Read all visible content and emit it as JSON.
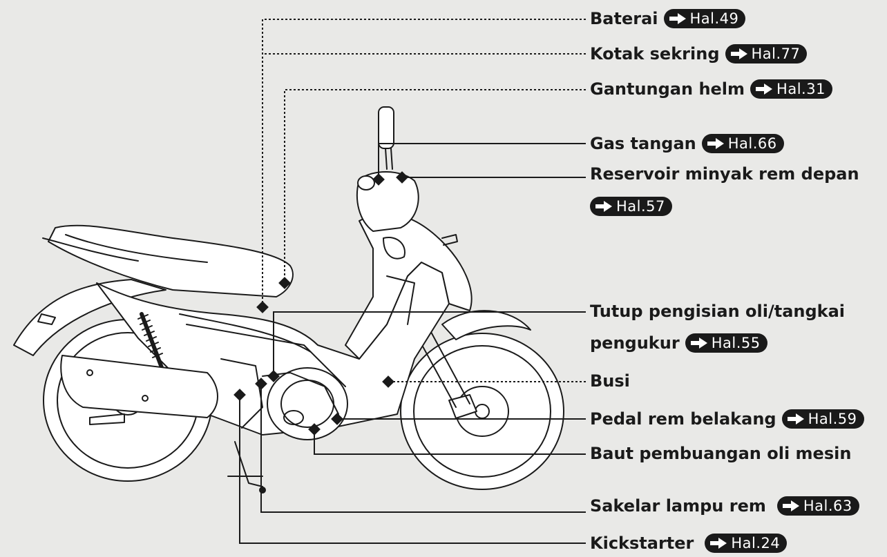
{
  "labels": [
    {
      "id": "baterai",
      "text": "Baterai",
      "page": "Hal.49"
    },
    {
      "id": "kotak-sekring",
      "text": "Kotak sekring",
      "page": "Hal.77"
    },
    {
      "id": "gantungan-helm",
      "text": "Gantungan helm",
      "page": "Hal.31"
    },
    {
      "id": "gas-tangan",
      "text": "Gas tangan",
      "page": "Hal.66"
    },
    {
      "id": "reservoir",
      "text": "Reservoir minyak rem depan",
      "page": "Hal.57"
    },
    {
      "id": "tutup-oli",
      "text": "Tutup pengisian oli/tangkai",
      "text2": "pengukur",
      "page": "Hal.55"
    },
    {
      "id": "busi",
      "text": "Busi",
      "page": ""
    },
    {
      "id": "pedal-rem",
      "text": "Pedal rem belakang",
      "page": "Hal.59"
    },
    {
      "id": "baut-oli",
      "text": "Baut pembuangan oli mesin",
      "page": ""
    },
    {
      "id": "sakelar-lampu",
      "text": "Sakelar lampu rem",
      "page": "Hal.63"
    },
    {
      "id": "kickstarter",
      "text": "Kickstarter",
      "page": "Hal.24"
    }
  ],
  "colors": {
    "background": "#e9e9e7",
    "ink": "#1a1a1a",
    "badge_text": "#ffffff"
  },
  "icons": {
    "reference": "arrow-right-icon"
  }
}
